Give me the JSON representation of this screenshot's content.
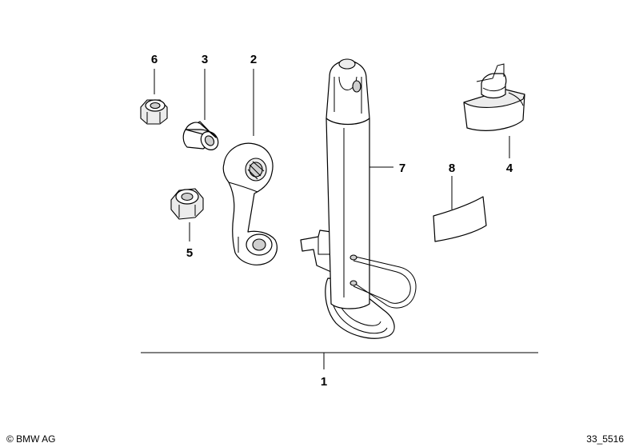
{
  "callouts": {
    "c1": "1",
    "c2": "2",
    "c3": "3",
    "c4": "4",
    "c5": "5",
    "c6": "6",
    "c7": "7",
    "c8": "8"
  },
  "footer": {
    "copyright": "© BMW AG",
    "diagram_id": "33_5516"
  }
}
